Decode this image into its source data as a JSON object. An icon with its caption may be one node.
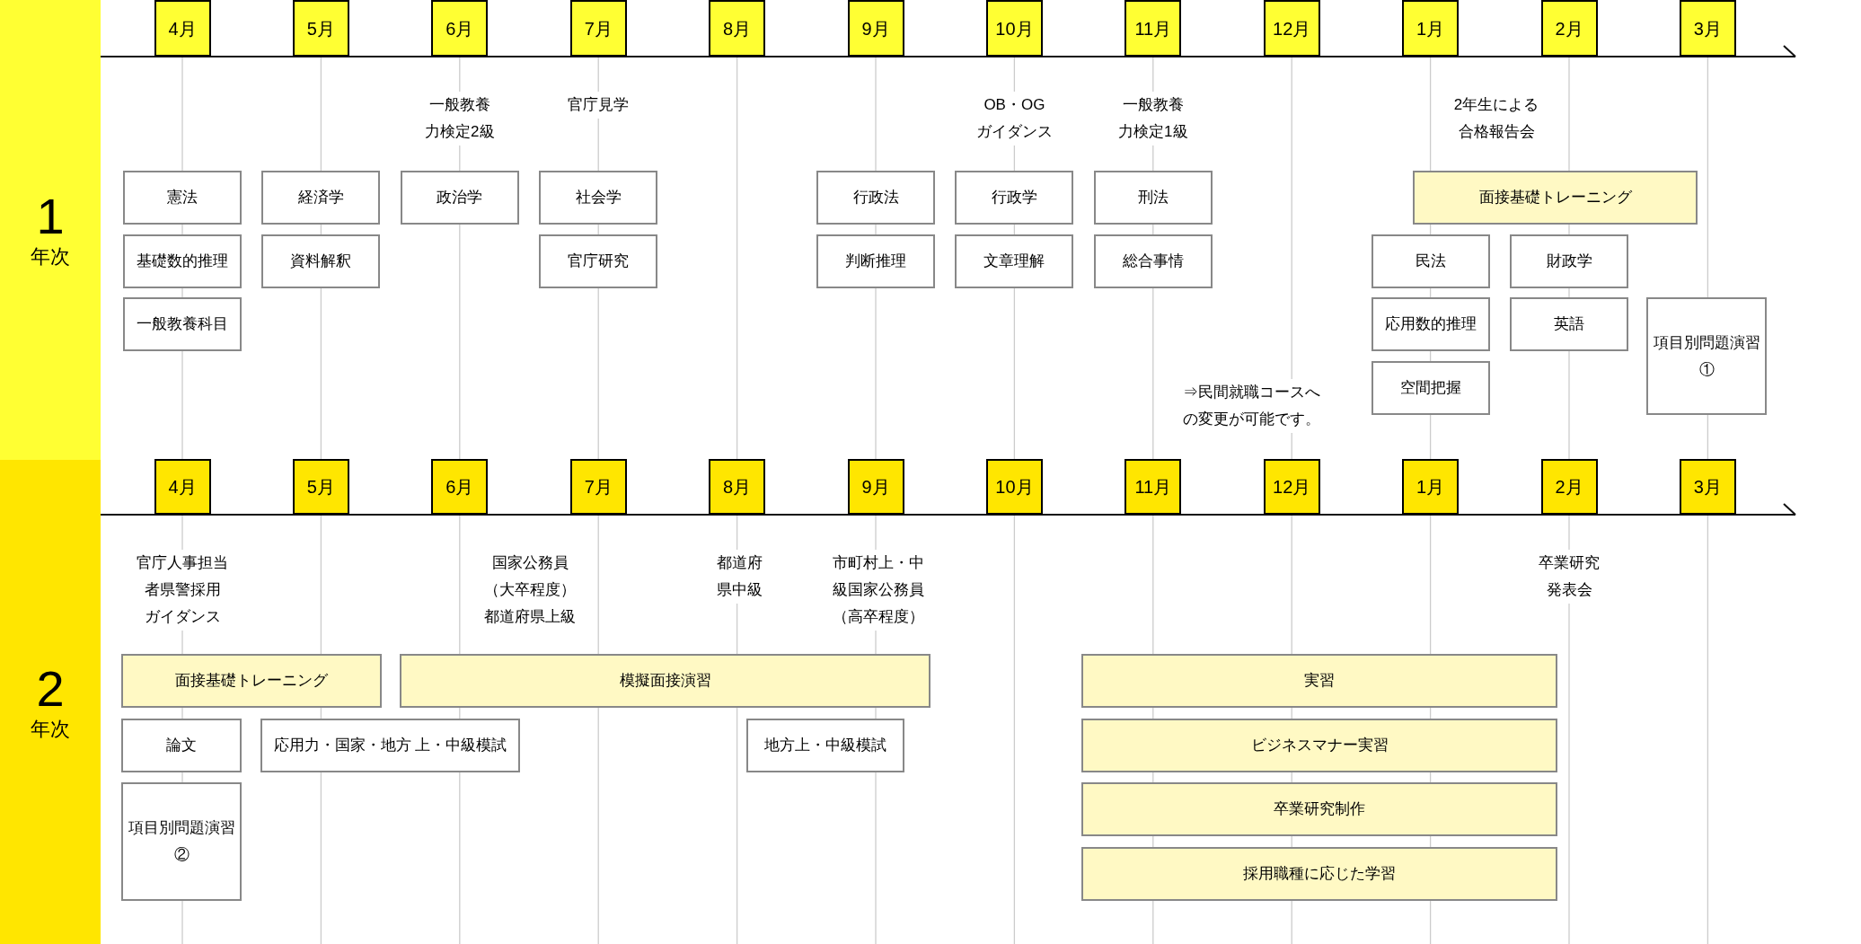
{
  "diagram": {
    "nodes": [
      {
        "text": [
          "1",
          "年次"
        ]
      },
      {
        "text": [
          "4月"
        ]
      },
      {
        "text": [
          "5月"
        ]
      },
      {
        "text": [
          "6月"
        ]
      },
      {
        "text": [
          "7月"
        ]
      },
      {
        "text": [
          "8月"
        ]
      },
      {
        "text": [
          "9月"
        ]
      },
      {
        "text": [
          "10月"
        ]
      },
      {
        "text": [
          "11月"
        ]
      },
      {
        "text": [
          "12月"
        ]
      },
      {
        "text": [
          "1月"
        ]
      },
      {
        "text": [
          "2月"
        ]
      },
      {
        "text": [
          "3月"
        ]
      },
      {
        "text": [
          "2",
          "年次"
        ]
      },
      {
        "text": [
          "4月"
        ]
      },
      {
        "text": [
          "5月"
        ]
      },
      {
        "text": [
          "6月"
        ]
      },
      {
        "text": [
          "7月"
        ]
      },
      {
        "text": [
          "8月"
        ]
      },
      {
        "text": [
          "9月"
        ]
      },
      {
        "text": [
          "10月"
        ]
      },
      {
        "text": [
          "11月"
        ]
      },
      {
        "text": [
          "12月"
        ]
      },
      {
        "text": [
          "1月"
        ]
      },
      {
        "text": [
          "2月"
        ]
      },
      {
        "text": [
          "3月"
        ]
      },
      {
        "text": [
          "憲法"
        ]
      },
      {
        "text": [
          "基礎数的推理"
        ]
      },
      {
        "text": [
          "一般教養科目"
        ]
      },
      {
        "text": [
          "経済学"
        ]
      },
      {
        "text": [
          "資料解釈"
        ]
      },
      {
        "text": [
          "政治学"
        ]
      },
      {
        "text": [
          "社会学"
        ]
      },
      {
        "text": [
          "官庁研究"
        ]
      },
      {
        "text": [
          "行政法"
        ]
      },
      {
        "text": [
          "判断推理"
        ]
      },
      {
        "text": [
          "行政学"
        ]
      },
      {
        "text": [
          "文章理解"
        ]
      },
      {
        "text": [
          "刑法"
        ]
      },
      {
        "text": [
          "総合事情"
        ]
      },
      {
        "text": [
          "面接基礎トレーニング"
        ]
      },
      {
        "text": [
          "民法"
        ]
      },
      {
        "text": [
          "応用数的推理"
        ]
      },
      {
        "text": [
          "空間把握"
        ]
      },
      {
        "text": [
          "財政学"
        ]
      },
      {
        "text": [
          "英語"
        ]
      },
      {
        "text": [
          "項目別問題演習①"
        ]
      },
      {
        "text": [
          "面接基礎トレーニング"
        ]
      },
      {
        "text": [
          "模擬面接演習"
        ]
      },
      {
        "text": [
          "論文"
        ]
      },
      {
        "text": [
          "応用力・国家・地方 上・中級模試"
        ]
      },
      {
        "text": [
          "地方上・中級模試"
        ]
      },
      {
        "text": [
          "実習"
        ]
      },
      {
        "text": [
          "ビジネスマナー実習"
        ]
      },
      {
        "text": [
          "卒業研究制作"
        ]
      },
      {
        "text": [
          "採用職種に応じた学習"
        ]
      },
      {
        "text": [
          "項目別問題演習②"
        ]
      }
    ],
    "edges": [],
    "labels": [
      "一般教養力検定2級",
      "官庁見学",
      "OB・OGガイダンス",
      "一般教養力検定1級",
      "2年生による合格報告会",
      "⇒民間就職コースへの変更が可能です。",
      "官庁人事担当者県警採用ガイダンス",
      "国家公務員（大卒程度）都道府県上級",
      "都道府県中級",
      "市町村上・中級国家公務員（高卒程度）",
      "卒業研究発表会"
    ]
  }
}
